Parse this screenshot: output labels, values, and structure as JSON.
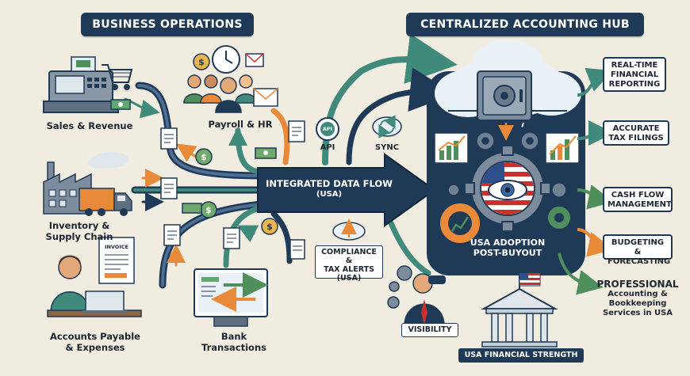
{
  "headings": {
    "left": "BUSINESS OPERATIONS",
    "right": "CENTRALIZED ACCOUNTING HUB"
  },
  "sources": {
    "sales": "Sales & Revenue",
    "payroll": "Payroll & HR",
    "inventory_line1": "Inventory &",
    "inventory_line2": "Supply Chain",
    "payable_line1": "Accounts Payable",
    "payable_line2": "& Expenses",
    "bank_line1": "Bank",
    "bank_line2": "Transactions",
    "invoice_tag": "INVOICE"
  },
  "flow": {
    "title": "INTEGRATED DATA FLOW",
    "subtitle": "(USA)",
    "api": "API",
    "sync": "SYNC",
    "compliance_line1": "COMPLIANCE &",
    "compliance_line2": "TAX ALERTS",
    "compliance_line3": "(USA)"
  },
  "hub": {
    "adoption_line1": "USA ADOPTION",
    "adoption_line2": "POST-BUYOUT"
  },
  "outputs": {
    "realtime_line1": "REAL-TIME",
    "realtime_line2": "FINANCIAL",
    "realtime_line3": "REPORTING",
    "tax_line1": "ACCURATE",
    "tax_line2": "TAX FILINGS",
    "cash_line1": "CASH FLOW",
    "cash_line2": "MANAGEMENT",
    "budget_line1": "BUDGETING &",
    "budget_line2": "FORECASTING",
    "pro_line1": "PROFESSIONAL",
    "pro_line2": "Accounting &",
    "pro_line3": "Bookkeeping",
    "pro_line4": "Services in USA"
  },
  "bottom": {
    "visibility": "VISIBILITY",
    "strength": "USA FINANCIAL STRENGTH"
  },
  "colors": {
    "navy": "#1f3a57",
    "teal": "#3f8a7a",
    "orange": "#e88a3a",
    "background": "#f1ece0",
    "green": "#4f8f5b"
  }
}
